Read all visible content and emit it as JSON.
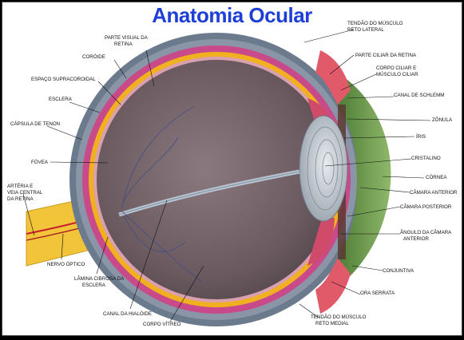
{
  "title": "Anatomia Ocular",
  "labels": {
    "tendao_lateral_1": "TENDÃO DO MÚSCULO",
    "tendao_lateral_2": "RETO LATERAL",
    "parte_visual_1": "PARTE VISUAL DA",
    "parte_visual_2": "RETINA",
    "coroide": "CORÓIDE",
    "parte_ciliar": "PARTE CILIAR DA RETINA",
    "corpo_ciliar_1": "CORPO CILIAR E",
    "corpo_ciliar_2": "MÚSCULO CILIAR",
    "espaco_supracoroidal": "ESPAÇO SUPRACOROIDAL",
    "canal_schlemm": "CANAL DE SCHLEMM",
    "esclera": "ESCLERA",
    "zonula": "ZÔNULA",
    "capsula_tenon": "CÁPSULA DE TENON",
    "iris": "ÍRIS",
    "cristalino": "CRISTALINO",
    "fovea": "FÓVEA",
    "cornea": "CÓRNEA",
    "arteria_1": "ARTÉRIA E",
    "arteria_2": "VEIA CENTRAL",
    "arteria_3": "DA RETINA",
    "camara_anterior": "CÂMARA ANTERIOR",
    "camara_posterior": "CÂMARA POSTERIOR",
    "angulo_1": "ÂNGULO DA CÂMARA",
    "angulo_2": "ANTERIOR",
    "conjuntiva": "CONJUNTIVA",
    "nervo_optico": "NERVO ÓPTICO",
    "lamina_1": "LÂMINA CIBROSA DA",
    "lamina_2": "ESCLERA",
    "ora_serrata": "ORA SERRATA",
    "canal_hialoide": "CANAL DA HIALÓIDE",
    "corpo_vitreo": "CORPO VÍTREO",
    "tendao_medial_1": "TENDÃO DO MÚSCULO",
    "tendao_medial_2": "RETO MEDIAL"
  },
  "colors": {
    "title": "#1e3fd6",
    "sclera": "#6b7a8c",
    "choroid": "#c94a8a",
    "retina": "#f0b020",
    "vitreous": "#7a6a6e",
    "cornea": "#5a8a3a",
    "nerve": "#f2c43a"
  }
}
